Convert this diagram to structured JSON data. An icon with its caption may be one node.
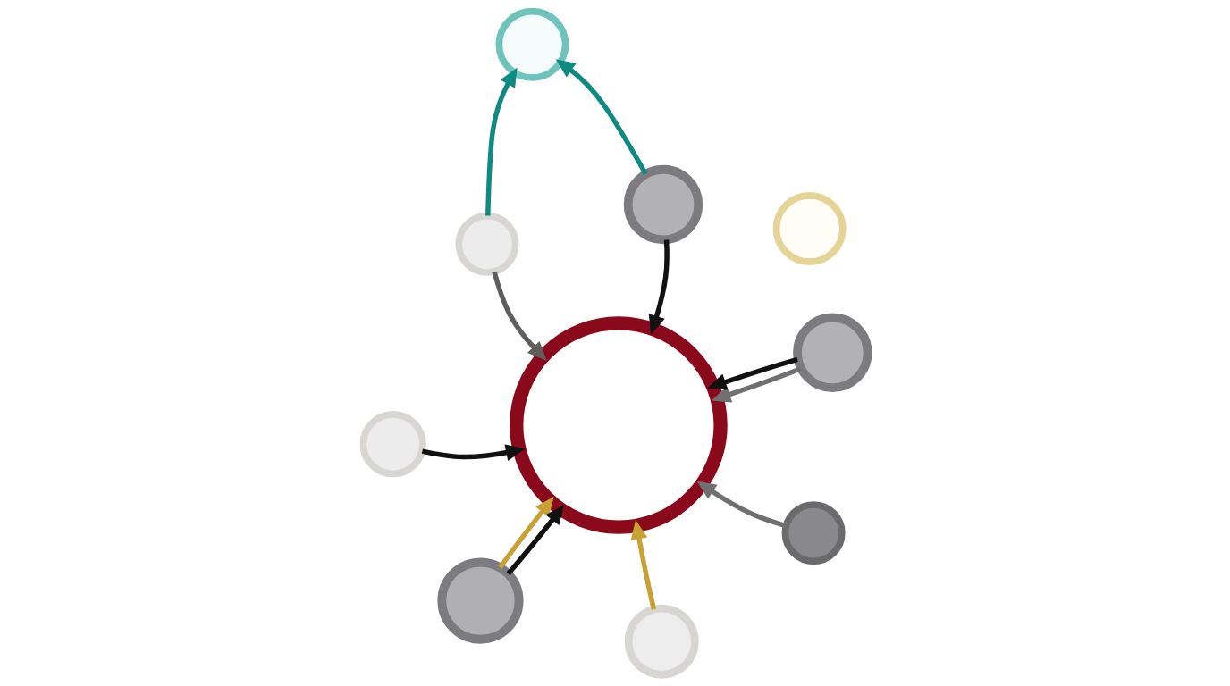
{
  "diagram": {
    "nodes": [
      {
        "text": [],
        "shape": "circle"
      },
      {
        "text": [],
        "shape": "circle"
      },
      {
        "text": [],
        "shape": "circle"
      },
      {
        "text": [],
        "shape": "circle"
      },
      {
        "text": [],
        "shape": "circle"
      },
      {
        "text": [],
        "shape": "circle"
      },
      {
        "text": [],
        "shape": "circle"
      },
      {
        "text": [],
        "shape": "circle"
      },
      {
        "text": [],
        "shape": "circle"
      },
      {
        "text": [],
        "shape": "circle"
      }
    ],
    "edges": [
      {
        "from": 0,
        "to": 3,
        "arrow": "to"
      },
      {
        "from": 1,
        "to": 3,
        "arrow": "to",
        "color": "#707070"
      },
      {
        "from": 1,
        "to": 3,
        "arrow": "to"
      },
      {
        "from": 2,
        "to": 3,
        "arrow": "to",
        "color": "#c9a033"
      },
      {
        "from": 5,
        "to": 3,
        "arrow": "to"
      },
      {
        "from": 5,
        "to": 6,
        "arrow": "to",
        "color": "#0f8a82"
      },
      {
        "from": 7,
        "to": 3,
        "arrow": "to",
        "color": "#c9a033"
      },
      {
        "from": 7,
        "to": 3,
        "arrow": "to"
      },
      {
        "from": 8,
        "to": 3,
        "arrow": "to",
        "color": "#707070"
      },
      {
        "from": 9,
        "to": 3,
        "arrow": "to",
        "color": "#5e5e5e"
      },
      {
        "from": 9,
        "to": 6,
        "arrow": "to",
        "color": "#0f8a82"
      }
    ]
  }
}
